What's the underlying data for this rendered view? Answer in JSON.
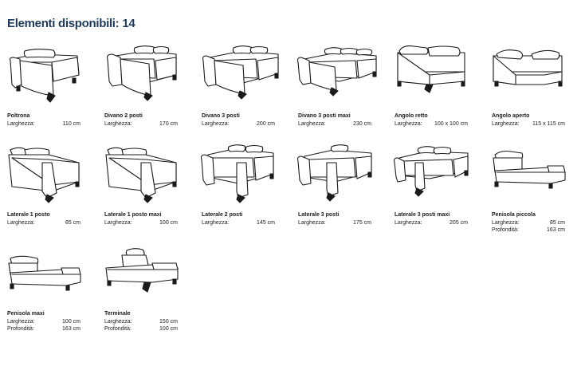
{
  "header": {
    "label": "Elementi disponibili:",
    "count": "14"
  },
  "items": [
    {
      "name": "Poltrona",
      "icon": "armchair-icon",
      "dims": [
        {
          "label": "Larghezza:",
          "value": "110 cm"
        }
      ]
    },
    {
      "name": "Divano 2 posti",
      "icon": "two-seat-sofa-icon",
      "dims": [
        {
          "label": "Larghezza:",
          "value": "170 cm"
        }
      ]
    },
    {
      "name": "Divano 3 posti",
      "icon": "three-seat-sofa-icon",
      "dims": [
        {
          "label": "Larghezza:",
          "value": "200 cm"
        }
      ]
    },
    {
      "name": "Divano 3 posti maxi",
      "icon": "three-seat-maxi-sofa-icon",
      "dims": [
        {
          "label": "Larghezza:",
          "value": "230 cm"
        }
      ]
    },
    {
      "name": "Angolo retto",
      "icon": "right-angle-corner-icon",
      "dims": [
        {
          "label": "Larghezza:",
          "value": "100 x 100 cm"
        }
      ]
    },
    {
      "name": "Angolo aperto",
      "icon": "open-angle-corner-icon",
      "dims": [
        {
          "label": "Larghezza:",
          "value": "115 x 115 cm"
        }
      ]
    },
    {
      "name": "Laterale 1 posto",
      "icon": "side-one-seat-icon",
      "dims": [
        {
          "label": "Larghezza:",
          "value": "85 cm"
        }
      ]
    },
    {
      "name": "Laterale 1 posto maxi",
      "icon": "side-one-seat-maxi-icon",
      "dims": [
        {
          "label": "Larghezza:",
          "value": "100 cm"
        }
      ]
    },
    {
      "name": "Laterale 2 posti",
      "icon": "side-two-seat-icon",
      "dims": [
        {
          "label": "Larghezza:",
          "value": "145 cm"
        }
      ]
    },
    {
      "name": "Laterale 3 posti",
      "icon": "side-three-seat-icon",
      "dims": [
        {
          "label": "Larghezza:",
          "value": "175 cm"
        }
      ]
    },
    {
      "name": "Laterale 3 posti maxi",
      "icon": "side-three-seat-maxi-icon",
      "dims": [
        {
          "label": "Larghezza:",
          "value": "205 cm"
        }
      ]
    },
    {
      "name": "Penisola piccola",
      "icon": "small-chaise-icon",
      "dims": [
        {
          "label": "Larghezza:",
          "value": "85 cm"
        },
        {
          "label": "Profondità:",
          "value": "163 cm"
        }
      ]
    },
    {
      "name": "Penisola maxi",
      "icon": "maxi-chaise-icon",
      "dims": [
        {
          "label": "Larghezza:",
          "value": "100 cm"
        },
        {
          "label": "Profondità:",
          "value": "163 cm"
        }
      ]
    },
    {
      "name": "Terminale",
      "icon": "terminal-element-icon",
      "dims": [
        {
          "label": "Larghezza:",
          "value": "150 cm"
        },
        {
          "label": "Profondità:",
          "value": "100 cm"
        }
      ]
    }
  ]
}
